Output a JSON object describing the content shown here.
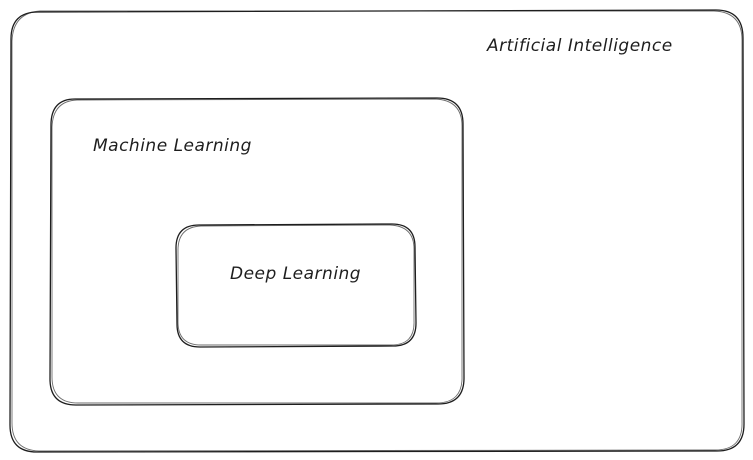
{
  "diagram": {
    "type": "nested-sets",
    "stroke_color": "#1e1e1e",
    "background_color": "#ffffff",
    "nodes": [
      {
        "id": "ai",
        "label": "Artificial Intelligence",
        "contains": [
          "ml"
        ]
      },
      {
        "id": "ml",
        "label": "Machine Learning",
        "contains": [
          "dl"
        ]
      },
      {
        "id": "dl",
        "label": "Deep Learning",
        "contains": []
      }
    ]
  }
}
